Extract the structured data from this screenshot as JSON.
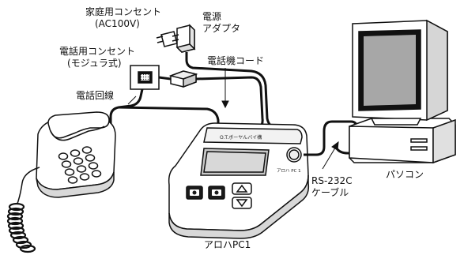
{
  "labels": {
    "home_outlet": [
      "家庭用コンセント",
      "(AC100V)"
    ],
    "power_adapter": [
      "電源",
      "アダプタ"
    ],
    "phone_jack": [
      "電話用コンセント",
      "(モジュラ式)"
    ],
    "phone_cord": "電話機コード",
    "phone_line": "電話回線",
    "rs232c_cable": [
      "RS-232C",
      "ケーブル"
    ],
    "pc": "パソコン",
    "device_name": "アロハPC1"
  },
  "device_markings": {
    "brand": "O.T.ボーヤんバイ構",
    "model": "アロハ PC 1"
  },
  "colors": {
    "ink": "#111111",
    "paper": "#ffffff",
    "screen": "#9a9a9a",
    "device_screen": "#c8c8c8"
  }
}
